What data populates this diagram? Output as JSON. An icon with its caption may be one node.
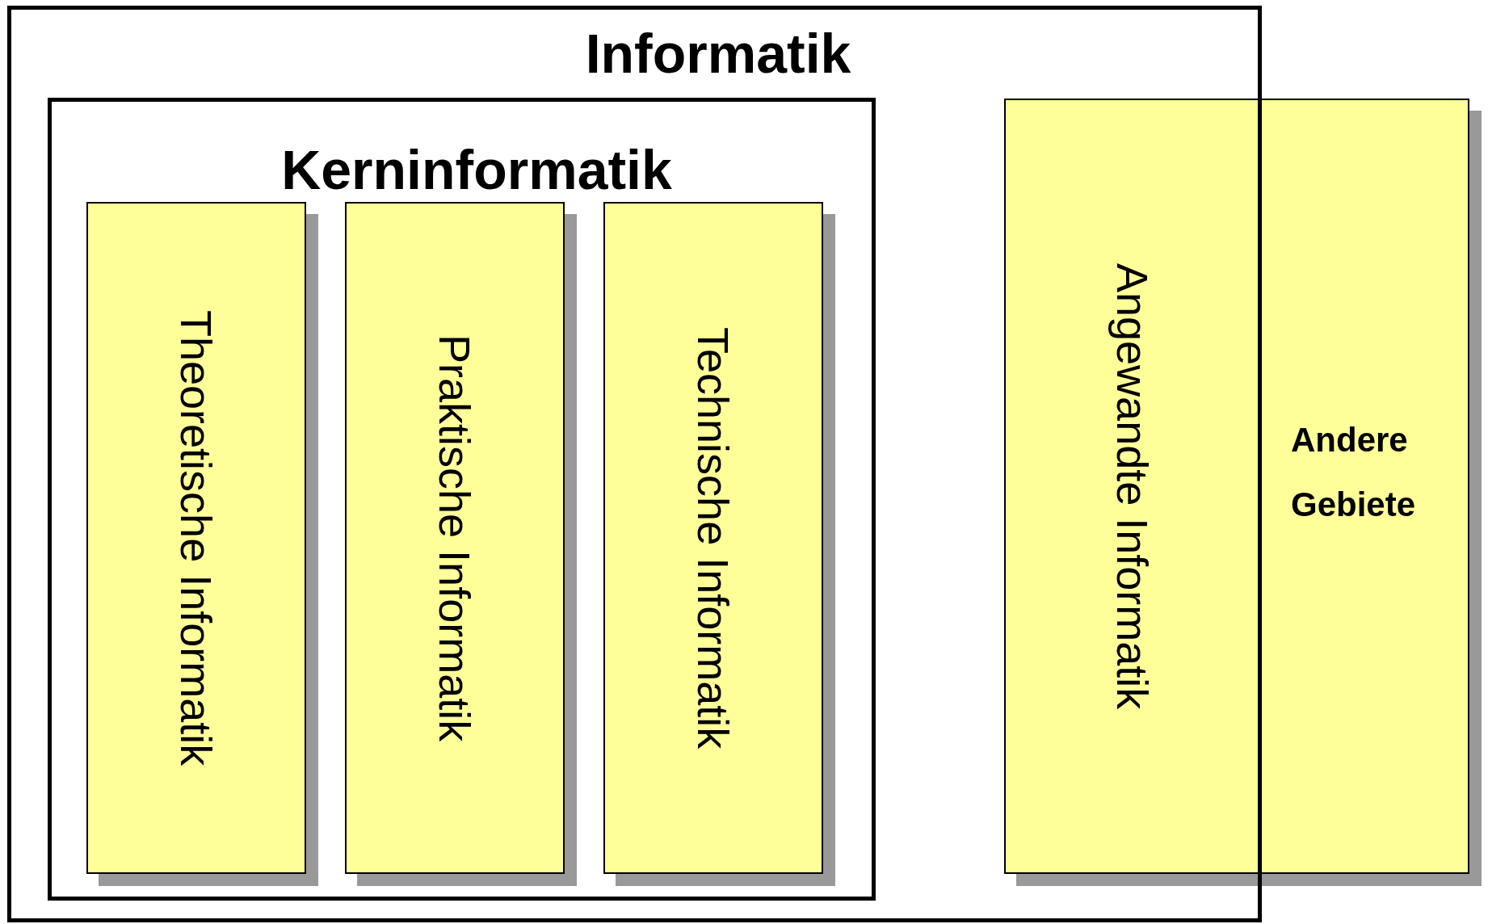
{
  "diagram": {
    "nodes": [
      {
        "text": [
          "Informatik"
        ]
      },
      {
        "text": [
          "Kerninformatik"
        ],
        "in": 0
      },
      {
        "text": [
          "Theoretische Informatik"
        ],
        "in": 1
      },
      {
        "text": [
          "Praktische Informatik"
        ],
        "in": 1
      },
      {
        "text": [
          "Technische Informatik"
        ],
        "in": 1
      },
      {
        "text": [
          "Angewandte Informatik",
          "Andere Gebiete"
        ]
      }
    ]
  }
}
